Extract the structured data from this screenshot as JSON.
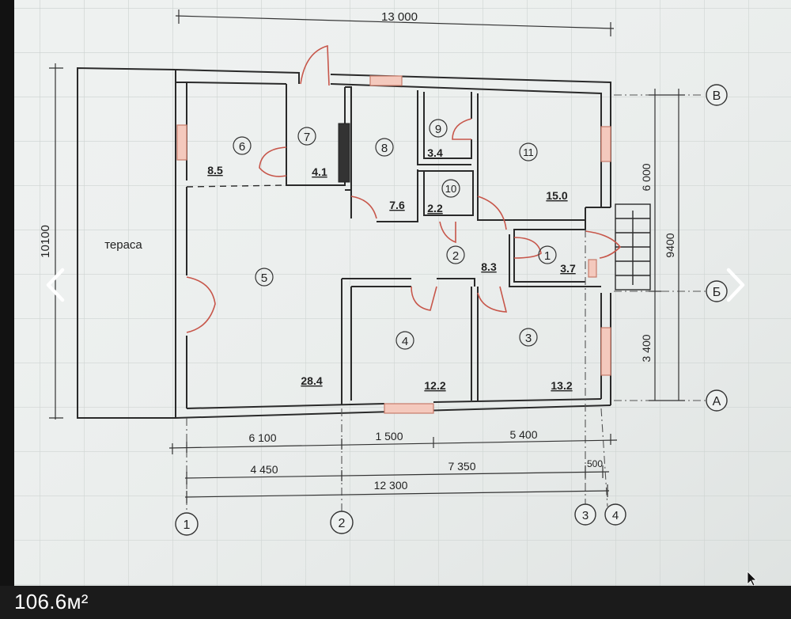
{
  "viewer": {
    "caption": "106.6м²",
    "prev_icon": "chevron-left-icon",
    "next_icon": "chevron-right-icon"
  },
  "plan": {
    "terrace_label": "тераса",
    "dimensions": {
      "top_total": "13 000",
      "left_total": "10100",
      "right_upper": "6 000",
      "right_lower": "3 400",
      "right_total": "9400",
      "bottom_a": "6 100",
      "bottom_b": "1 500",
      "bottom_c": "5 400",
      "bottom_d": "4 450",
      "bottom_e": "7 350",
      "bottom_f": "500",
      "bottom_total": "12 300"
    },
    "axes": {
      "row_b": "В",
      "row_b2": "Б",
      "row_a": "А",
      "col_1": "1",
      "col_2": "2",
      "col_3": "3",
      "col_4": "4"
    },
    "rooms": [
      {
        "num": "1",
        "area": "3.7"
      },
      {
        "num": "2",
        "area": "8.3"
      },
      {
        "num": "3",
        "area": "13.2"
      },
      {
        "num": "4",
        "area": "12.2"
      },
      {
        "num": "5",
        "area": "28.4"
      },
      {
        "num": "6",
        "area": "8.5"
      },
      {
        "num": "7",
        "area": "4.1"
      },
      {
        "num": "8",
        "area": "7.6"
      },
      {
        "num": "9",
        "area": "3.4"
      },
      {
        "num": "10",
        "area": "2.2"
      },
      {
        "num": "11",
        "area": "15.0"
      }
    ]
  }
}
